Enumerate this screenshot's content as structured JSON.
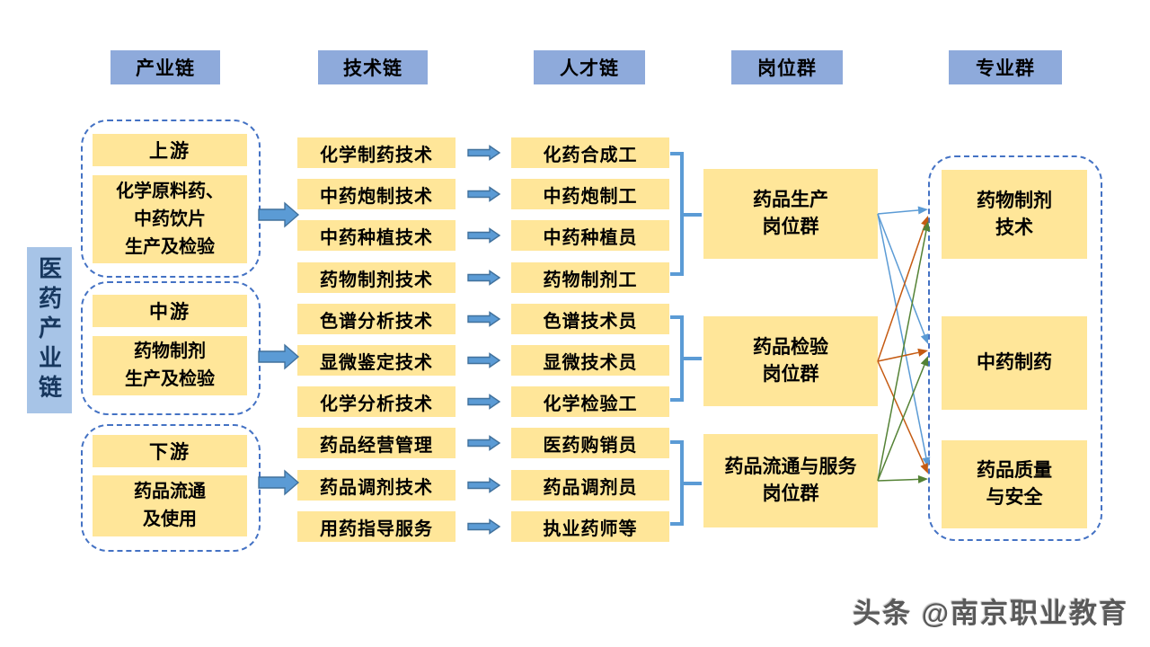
{
  "headers": [
    "产业链",
    "技术链",
    "人才链",
    "岗位群",
    "专业群"
  ],
  "industry": {
    "vertical_label": "医药产业链",
    "groups": [
      {
        "stage": "上游",
        "desc": "化学原料药、\n中药饮片\n生产及检验"
      },
      {
        "stage": "中游",
        "desc": "药物制剂\n生产及检验"
      },
      {
        "stage": "下游",
        "desc": "药品流通\n及使用"
      }
    ]
  },
  "tech_chain": [
    "化学制药技术",
    "中药炮制技术",
    "中药种植技术",
    "药物制剂技术",
    "色谱分析技术",
    "显微鉴定技术",
    "化学分析技术",
    "药品经营管理",
    "药品调剂技术",
    "用药指导服务"
  ],
  "talent_chain": [
    "化药合成工",
    "中药炮制工",
    "中药种植员",
    "药物制剂工",
    "色谱技术员",
    "显微技术员",
    "化学检验工",
    "医药购销员",
    "药品调剂员",
    "执业药师等"
  ],
  "post_groups": [
    "药品生产\n岗位群",
    "药品检验\n岗位群",
    "药品流通与服务\n岗位群"
  ],
  "major_groups": [
    "药物制剂\n技术",
    "中药制药",
    "药品质量\n与安全"
  ],
  "watermark": "头条 @南京职业教育",
  "colors": {
    "header_bg": "#8EAADB",
    "box_yellow": "#FFE699",
    "dashed_border": "#4472C4",
    "arrow_fill": "#5B9BD5",
    "arrow_stroke": "#41719C",
    "bracket": "#5B9BD5",
    "line_blue": "#5B9BD5",
    "line_orange": "#C55A11",
    "line_green": "#548235",
    "side_label_bg": "#A7C4E7",
    "side_label_text": "#17375E"
  }
}
